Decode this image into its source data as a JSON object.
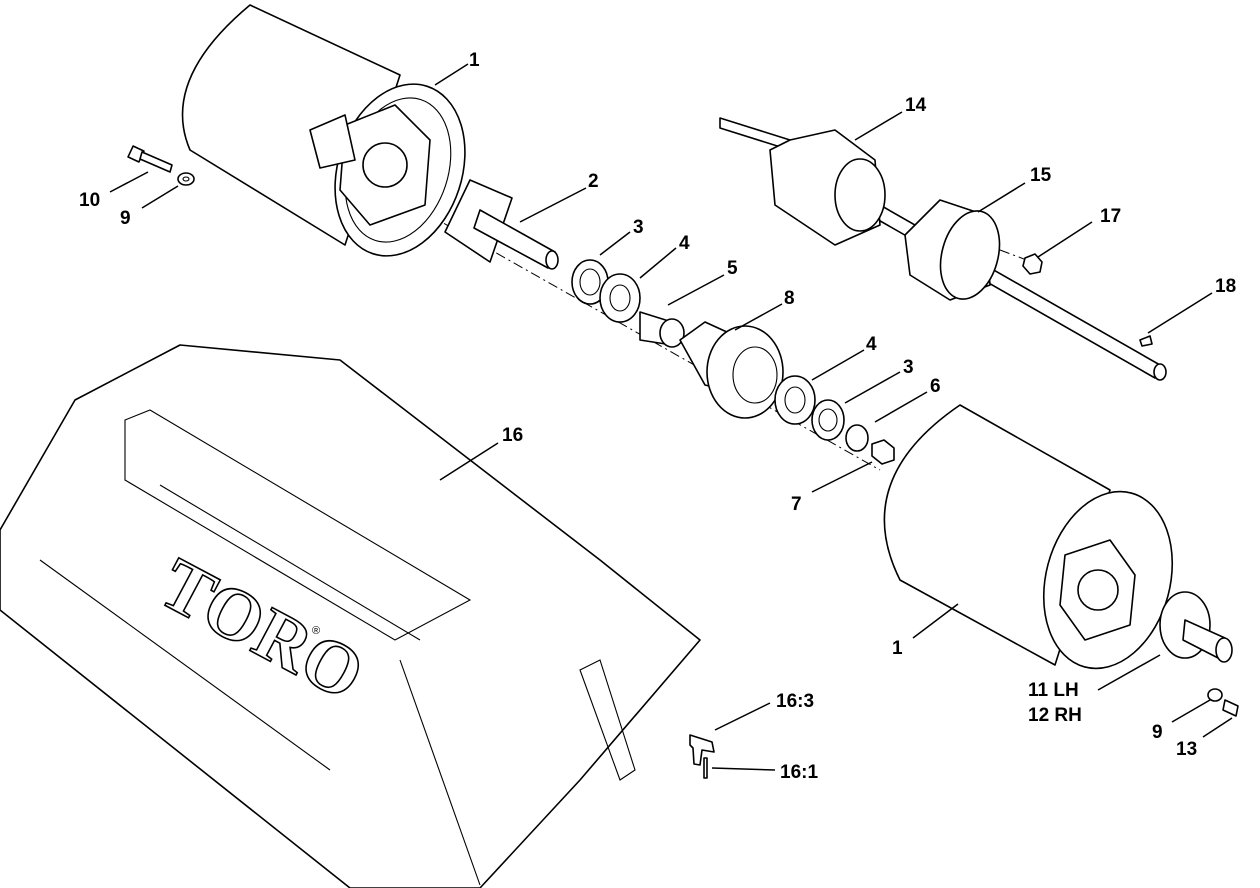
{
  "brand": {
    "logo": "TORO",
    "mark": "®"
  },
  "callouts": {
    "c1_top": "1",
    "c2": "2",
    "c3_a": "3",
    "c4_a": "4",
    "c5": "5",
    "c8": "8",
    "c4_b": "4",
    "c3_b": "3",
    "c6": "6",
    "c7": "7",
    "c9_left": "9",
    "c10": "10",
    "c14": "14",
    "c15": "15",
    "c17": "17",
    "c18": "18",
    "c16": "16",
    "c1_bottom": "1",
    "c11": "11 LH",
    "c12": "12 RH",
    "c9_right": "9",
    "c13": "13",
    "c16_3": "16:3",
    "c16_1": "16:1"
  }
}
